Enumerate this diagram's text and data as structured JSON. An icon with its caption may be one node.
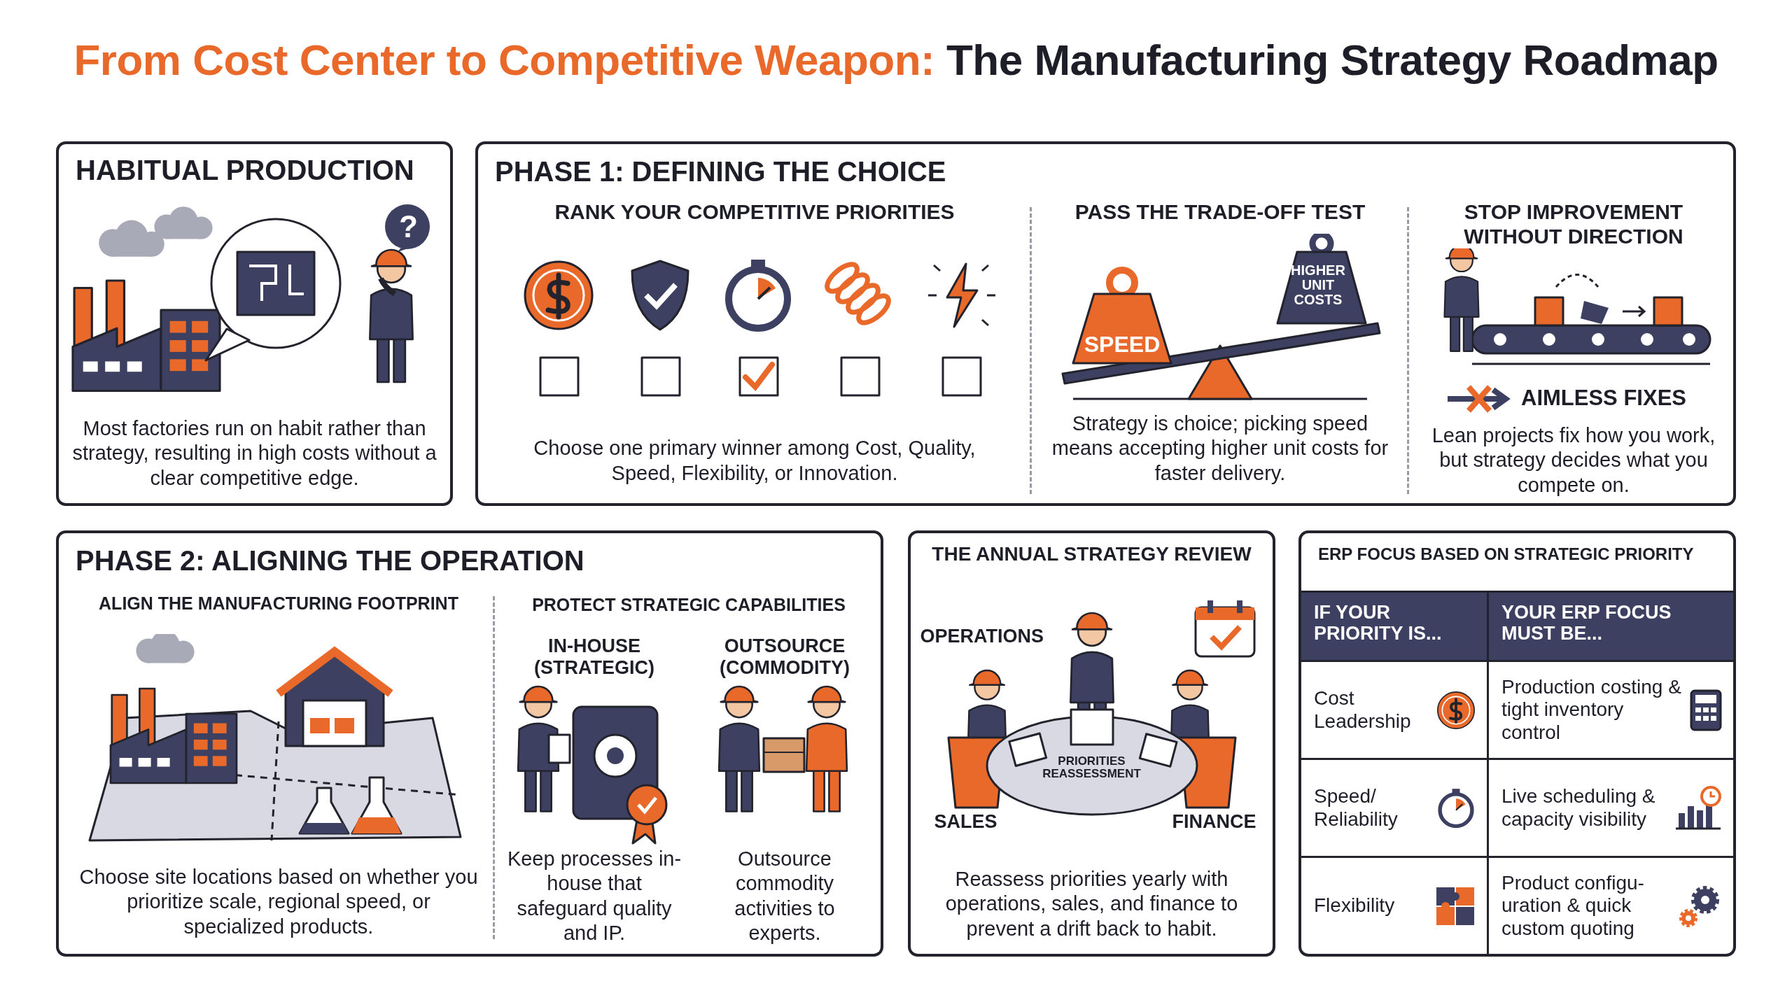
{
  "diagram": {
    "title": "From Cost Center to Competitive Weapon: The Manufacturing Strategy Roadmap",
    "nodes": [
      {
        "text": [
          "HABITUAL PRODUCTION",
          "Most factories run on habit rather than strategy, resulting in high costs without a clear competitive edge."
        ]
      },
      {
        "text": [
          "PHASE 1: DEFINING THE CHOICE"
        ]
      },
      {
        "text": [
          "RANK YOUR COMPETITIVE PRIORITIES",
          "Choose one primary winner among Cost, Quality, Speed, Flexibility, or Innovation."
        ],
        "in": 1
      },
      {
        "text": [
          "PASS THE TRADE-OFF TEST",
          "Strategy is choice; picking speed means accepting higher unit costs for faster delivery."
        ],
        "in": 1
      },
      {
        "text": [
          "STOP IMPROVEMENT WITHOUT DIRECTION",
          "Lean projects fix how you work, but strategy decides what you compete on."
        ],
        "in": 1
      },
      {
        "text": [
          "PHASE 2: ALIGNING THE OPERATION"
        ]
      },
      {
        "text": [
          "ALIGN THE MANUFACTURING FOOTPRINT",
          "Choose site locations based on whether you prioritize scale, regional speed, or specialized products."
        ],
        "in": 5
      },
      {
        "text": [
          "PROTECT STRATEGIC CAPABILITIES"
        ],
        "in": 5
      },
      {
        "text": [
          "IN-HOUSE (STRATEGIC)",
          "Keep processes in- house that safeguard quality and IP."
        ],
        "in": 7
      },
      {
        "text": [
          "OUTSOURCE (COMMODITY)",
          "Outsource commodity activities to experts."
        ],
        "in": 7
      },
      {
        "text": [
          "THE ANNUAL STRATEGY REVIEW",
          "Reassess priorities yearly with operations, sales, and finance to prevent a drift back to habit."
        ]
      },
      {
        "text": [
          "ERP FOCUS BASED ON STRATEGIC PRIORITY"
        ]
      }
    ],
    "edges": [],
    "labels": [
      "?",
      "SPEED",
      "HIGHER UNIT COSTS",
      "AIMLESS FIXES",
      "OPERATIONS",
      "PRIORITIES REASSESSMENT",
      "SALES",
      "FINANCE",
      "IF YOUR PRIORITY IS...",
      "YOUR ERP FOCUS MUST BE...",
      "Cost Leadership",
      "Production costing & tight inventory control",
      "Speed/ Reliability",
      "Live scheduling & capacity visibility",
      "Flexibility",
      "Product configu- uration & quick custom quoting"
    ]
  }
}
